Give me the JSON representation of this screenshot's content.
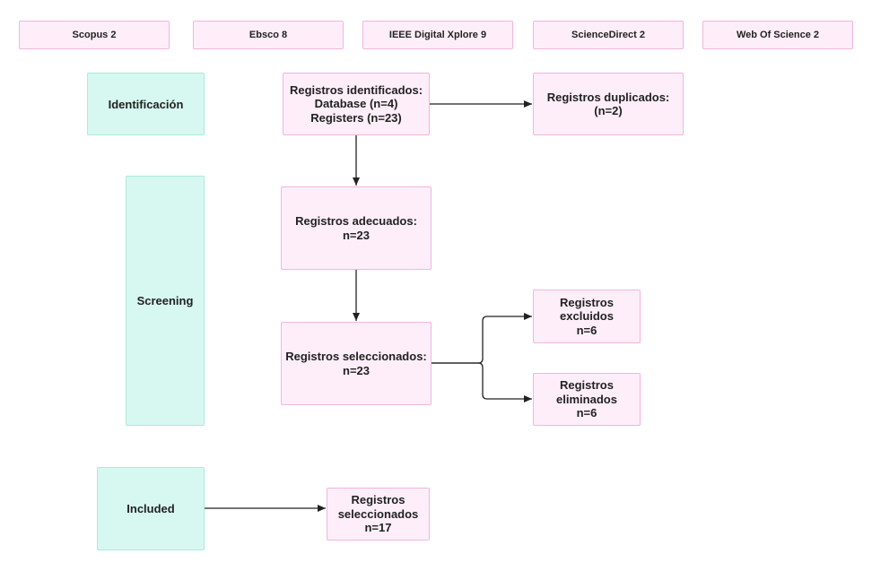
{
  "sources": [
    {
      "label": "Scopus 2"
    },
    {
      "label": "Ebsco 8"
    },
    {
      "label": "IEEE Digital Xplore 9"
    },
    {
      "label": "ScienceDirect 2"
    },
    {
      "label": "Web Of Science 2"
    }
  ],
  "phases": {
    "identification": "Identificación",
    "screening": "Screening",
    "included": "Included"
  },
  "nodes": {
    "identified": {
      "lines": [
        "Registros identificados:",
        "Database (n=4)",
        "Registers (n=23)"
      ]
    },
    "duplicates": {
      "lines": [
        "Registros duplicados:",
        "(n=2)"
      ]
    },
    "adequate": {
      "lines": [
        "Registros adecuados:",
        "n=23"
      ]
    },
    "selected": {
      "lines": [
        "Registros seleccionados:",
        "n=23"
      ]
    },
    "excluded": {
      "lines": [
        "Registros",
        "excluidos",
        "n=6"
      ]
    },
    "eliminated": {
      "lines": [
        "Registros",
        "eliminados",
        "n=6"
      ]
    },
    "final": {
      "lines": [
        "Registros",
        "seleccionados",
        "n=17"
      ]
    }
  },
  "colors": {
    "box_fill": "#fdeefa",
    "box_border": "#f1b6dc",
    "phase_fill": "#d7f8f1",
    "phase_border": "#a9ebdc",
    "arrow": "#222222"
  }
}
